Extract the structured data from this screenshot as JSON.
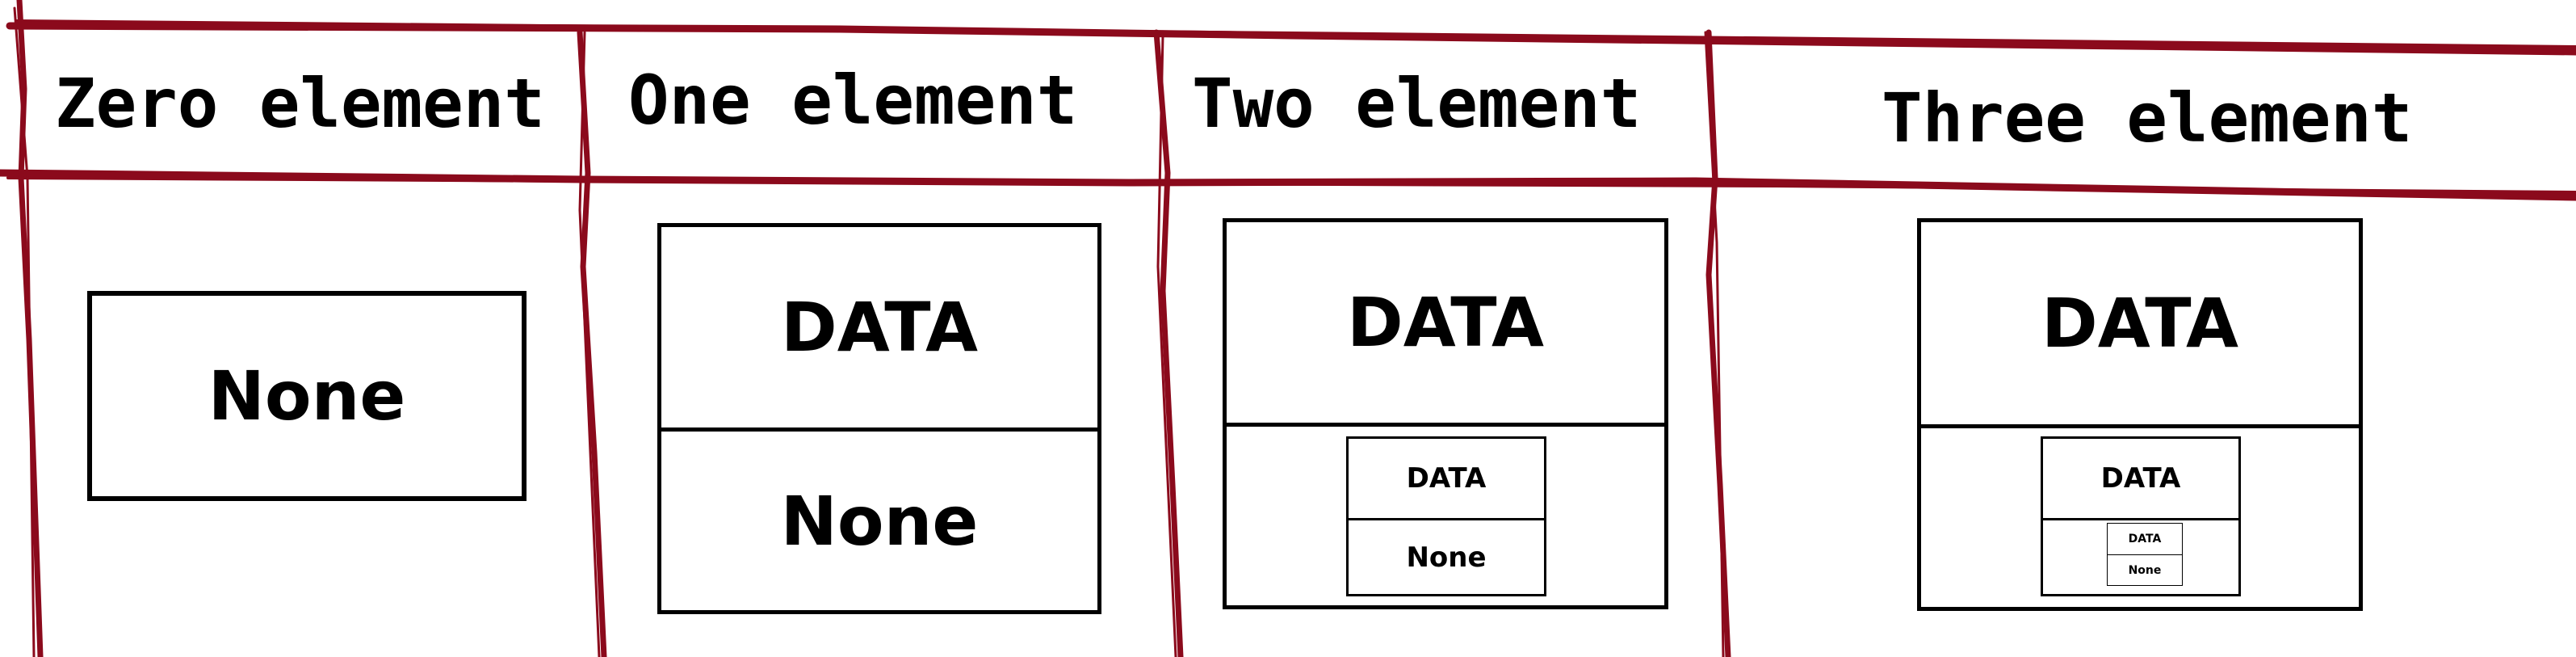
{
  "columns": [
    {
      "header": "Zero element"
    },
    {
      "header": "One element"
    },
    {
      "header": "Two element"
    },
    {
      "header": "Three element"
    }
  ],
  "labels": {
    "data": "DATA",
    "none": "None"
  },
  "colors": {
    "table_lines": "#8b0a1c",
    "box_border": "#000000"
  }
}
